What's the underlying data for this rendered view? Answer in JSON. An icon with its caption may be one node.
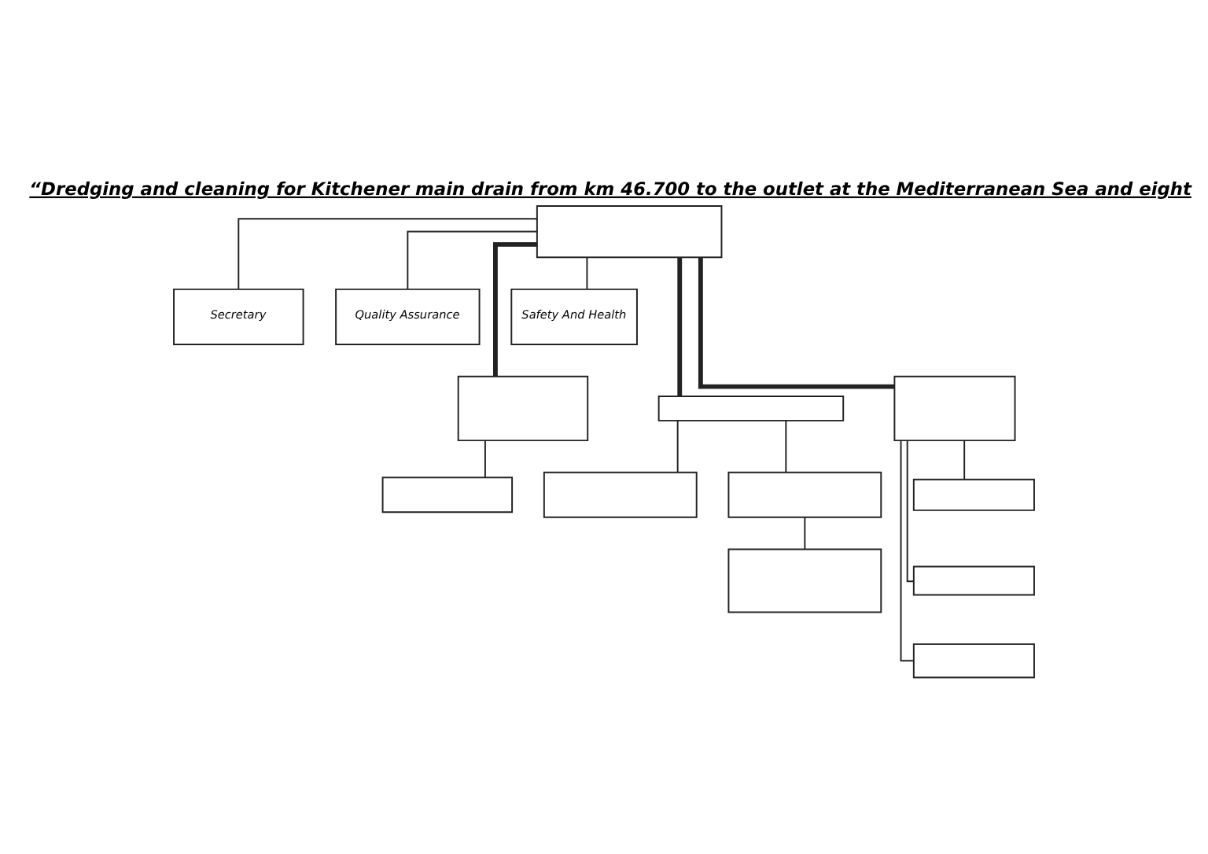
{
  "diagram": {
    "title": "“Dredging and cleaning for Kitchener main drain from km 46.700 to the outlet at the Mediterranean Sea and eight",
    "nodes": [
      {
        "text": [],
        "shape": "box"
      },
      {
        "text": [
          "Secretary"
        ]
      },
      {
        "text": [
          "Quality Assurance"
        ]
      },
      {
        "text": [
          "Safety And Health"
        ]
      },
      {
        "text": [],
        "shape": "box"
      },
      {
        "text": [],
        "shape": "box"
      },
      {
        "text": [],
        "shape": "box"
      },
      {
        "text": [],
        "shape": "box"
      },
      {
        "text": [],
        "shape": "box"
      },
      {
        "text": [],
        "shape": "box"
      },
      {
        "text": [],
        "shape": "box"
      },
      {
        "text": [],
        "shape": "box"
      },
      {
        "text": [],
        "shape": "box"
      },
      {
        "text": [],
        "shape": "box"
      }
    ],
    "edges": [
      {
        "from": 0,
        "to": 1,
        "arrow": "none"
      },
      {
        "from": 0,
        "to": 2,
        "arrow": "none"
      },
      {
        "from": 0,
        "to": 3,
        "arrow": "none"
      },
      {
        "from": 0,
        "to": 4,
        "arrow": "none",
        "style": "thick"
      },
      {
        "from": 0,
        "to": 5,
        "arrow": "none",
        "style": "thick"
      },
      {
        "from": 0,
        "to": 6,
        "arrow": "none",
        "style": "thick"
      },
      {
        "from": 4,
        "to": 7,
        "arrow": "none"
      },
      {
        "from": 5,
        "to": 8,
        "arrow": "none"
      },
      {
        "from": 5,
        "to": 9,
        "arrow": "none"
      },
      {
        "from": 9,
        "to": 10,
        "arrow": "none"
      },
      {
        "from": 6,
        "to": 11,
        "arrow": "none"
      },
      {
        "from": 6,
        "to": 12,
        "arrow": "none"
      },
      {
        "from": 6,
        "to": 13,
        "arrow": "none"
      }
    ]
  }
}
